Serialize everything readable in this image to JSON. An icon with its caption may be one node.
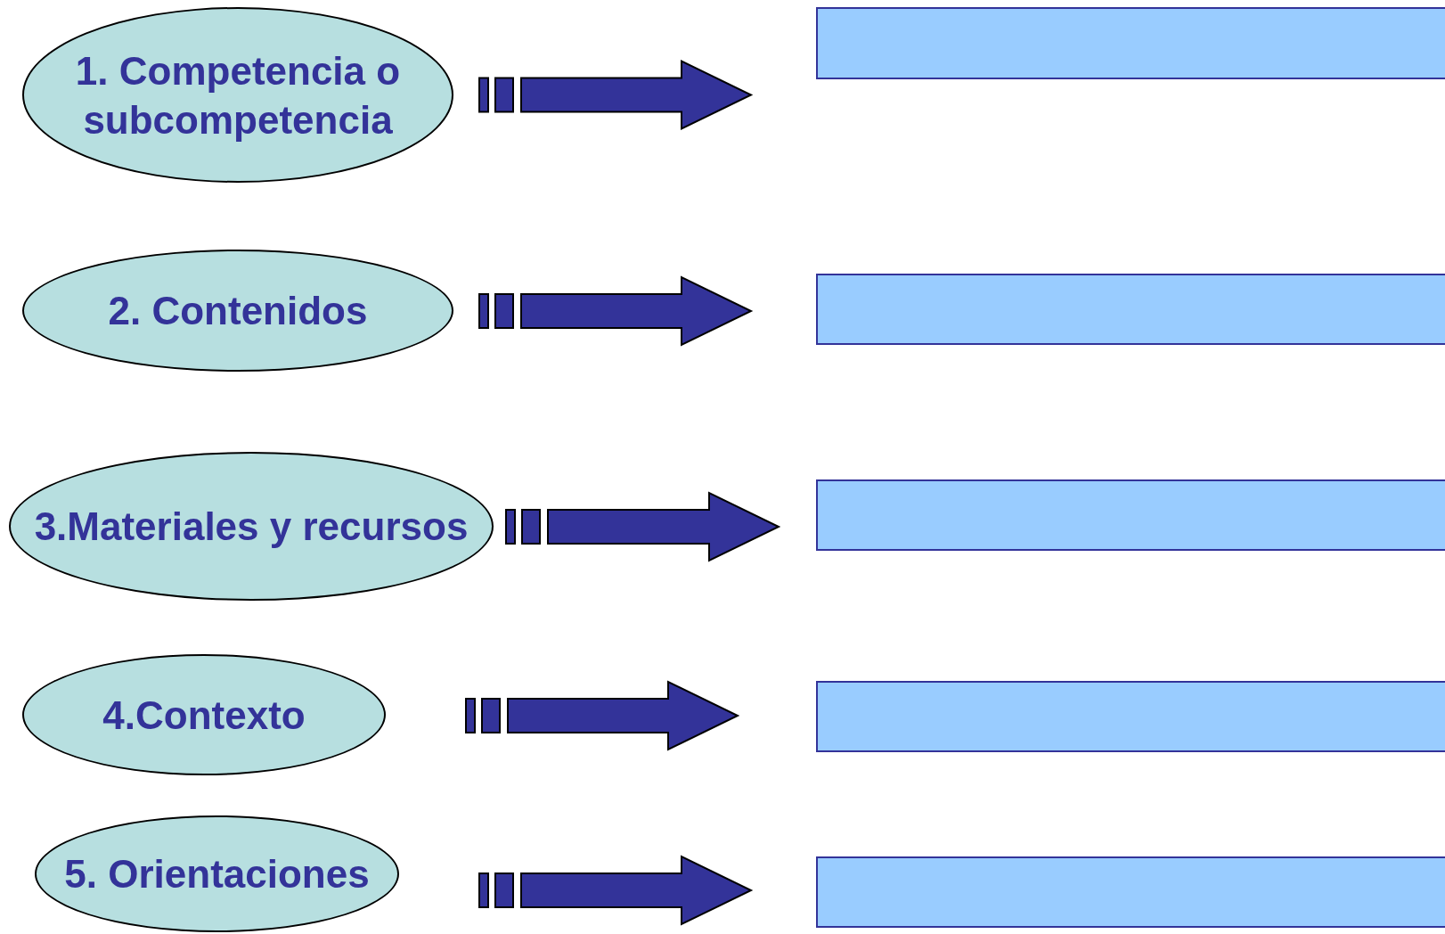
{
  "diagram": {
    "nodes": [
      {
        "text": [
          "1. Competencia o subcompetencia"
        ]
      },
      {
        "text": [],
        "shape": "box"
      },
      {
        "text": [
          "2. Contenidos"
        ]
      },
      {
        "text": [],
        "shape": "box"
      },
      {
        "text": [
          "3.Materiales y recursos"
        ]
      },
      {
        "text": [],
        "shape": "box"
      },
      {
        "text": [
          "4.Contexto"
        ]
      },
      {
        "text": [],
        "shape": "box"
      },
      {
        "text": [
          "5. Orientaciones"
        ]
      },
      {
        "text": [],
        "shape": "box"
      }
    ],
    "edges": [
      {
        "from": 0,
        "to": 1,
        "arrow": "to"
      },
      {
        "from": 2,
        "to": 3,
        "arrow": "to"
      },
      {
        "from": 4,
        "to": 5,
        "arrow": "to"
      },
      {
        "from": 6,
        "to": 7,
        "arrow": "to"
      },
      {
        "from": 8,
        "to": 9,
        "arrow": "to"
      }
    ]
  }
}
